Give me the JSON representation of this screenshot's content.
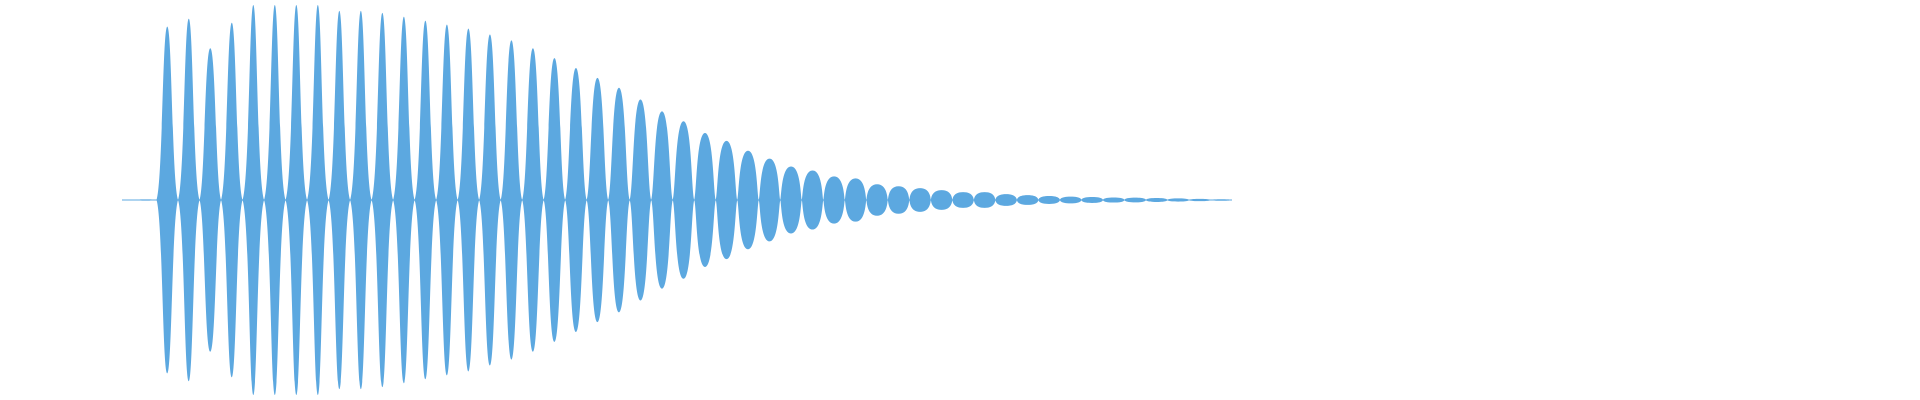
{
  "waveform": {
    "color": "#5ca8e0",
    "peaks": [
      0.0,
      0.88,
      0.92,
      0.77,
      0.9,
      0.99,
      0.99,
      0.99,
      0.99,
      0.96,
      0.96,
      0.95,
      0.93,
      0.91,
      0.89,
      0.87,
      0.84,
      0.81,
      0.77,
      0.72,
      0.67,
      0.62,
      0.57,
      0.51,
      0.45,
      0.4,
      0.34,
      0.3,
      0.25,
      0.21,
      0.17,
      0.15,
      0.12,
      0.11,
      0.08,
      0.07,
      0.06,
      0.05,
      0.04,
      0.04,
      0.03,
      0.025,
      0.02,
      0.017,
      0.015,
      0.013,
      0.012,
      0.01,
      0.008,
      0.006,
      0.004
    ]
  }
}
